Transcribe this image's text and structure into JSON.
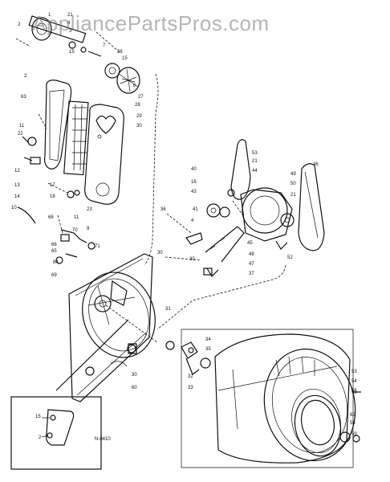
{
  "watermark": "AppliancePartsPros.com",
  "inset_code": "N-0410",
  "callouts": [
    {
      "id": "c1",
      "text": "1"
    },
    {
      "id": "c2",
      "text": "2"
    },
    {
      "id": "c21a",
      "text": "21"
    },
    {
      "id": "c4a",
      "text": "4"
    },
    {
      "id": "c3",
      "text": "3"
    },
    {
      "id": "c15a",
      "text": "15"
    },
    {
      "id": "c7",
      "text": "7"
    },
    {
      "id": "c26",
      "text": "26"
    },
    {
      "id": "c15b",
      "text": "15"
    },
    {
      "id": "c6",
      "text": "6"
    },
    {
      "id": "c27",
      "text": "27"
    },
    {
      "id": "c28",
      "text": "28"
    },
    {
      "id": "c2b",
      "text": "2"
    },
    {
      "id": "c63",
      "text": "63"
    },
    {
      "id": "c29",
      "text": "29"
    },
    {
      "id": "c30a",
      "text": "30"
    },
    {
      "id": "c11a",
      "text": "11"
    },
    {
      "id": "c22",
      "text": "22"
    },
    {
      "id": "c12",
      "text": "12"
    },
    {
      "id": "c13",
      "text": "13"
    },
    {
      "id": "c17",
      "text": "17"
    },
    {
      "id": "c14",
      "text": "14"
    },
    {
      "id": "c18",
      "text": "18"
    },
    {
      "id": "c23",
      "text": "23"
    },
    {
      "id": "c10",
      "text": "10"
    },
    {
      "id": "c11b",
      "text": "11"
    },
    {
      "id": "c9",
      "text": "9"
    },
    {
      "id": "c68",
      "text": "68"
    },
    {
      "id": "c70",
      "text": "70"
    },
    {
      "id": "c71",
      "text": "71"
    },
    {
      "id": "c66",
      "text": "66"
    },
    {
      "id": "c65",
      "text": "65"
    },
    {
      "id": "c64",
      "text": "64"
    },
    {
      "id": "c69",
      "text": "69"
    },
    {
      "id": "c53",
      "text": "53"
    },
    {
      "id": "c21b",
      "text": "21"
    },
    {
      "id": "c44",
      "text": "44"
    },
    {
      "id": "c40",
      "text": "40"
    },
    {
      "id": "c16",
      "text": "16"
    },
    {
      "id": "c43",
      "text": "43"
    },
    {
      "id": "c36",
      "text": "36"
    },
    {
      "id": "c41",
      "text": "41"
    },
    {
      "id": "c4b",
      "text": "4"
    },
    {
      "id": "c46",
      "text": "46"
    },
    {
      "id": "c49",
      "text": "49"
    },
    {
      "id": "c50",
      "text": "50"
    },
    {
      "id": "c21c",
      "text": "21"
    },
    {
      "id": "c45",
      "text": "45"
    },
    {
      "id": "c52",
      "text": "52"
    },
    {
      "id": "c30b",
      "text": "30"
    },
    {
      "id": "c30c",
      "text": "30"
    },
    {
      "id": "c48",
      "text": "48"
    },
    {
      "id": "c47",
      "text": "47"
    },
    {
      "id": "c37",
      "text": "37"
    },
    {
      "id": "c31",
      "text": "31"
    },
    {
      "id": "c34",
      "text": "34"
    },
    {
      "id": "c35",
      "text": "35"
    },
    {
      "id": "c32",
      "text": "32"
    },
    {
      "id": "c33",
      "text": "33"
    },
    {
      "id": "c30d",
      "text": "30"
    },
    {
      "id": "c60",
      "text": "60"
    },
    {
      "id": "c53b",
      "text": "53"
    },
    {
      "id": "c54",
      "text": "54"
    },
    {
      "id": "c55",
      "text": "55"
    },
    {
      "id": "c56",
      "text": "56"
    },
    {
      "id": "c62",
      "text": "62"
    },
    {
      "id": "c58",
      "text": "58"
    },
    {
      "id": "c59",
      "text": "59"
    },
    {
      "id": "c15c",
      "text": "15"
    },
    {
      "id": "c2c",
      "text": "2"
    }
  ]
}
